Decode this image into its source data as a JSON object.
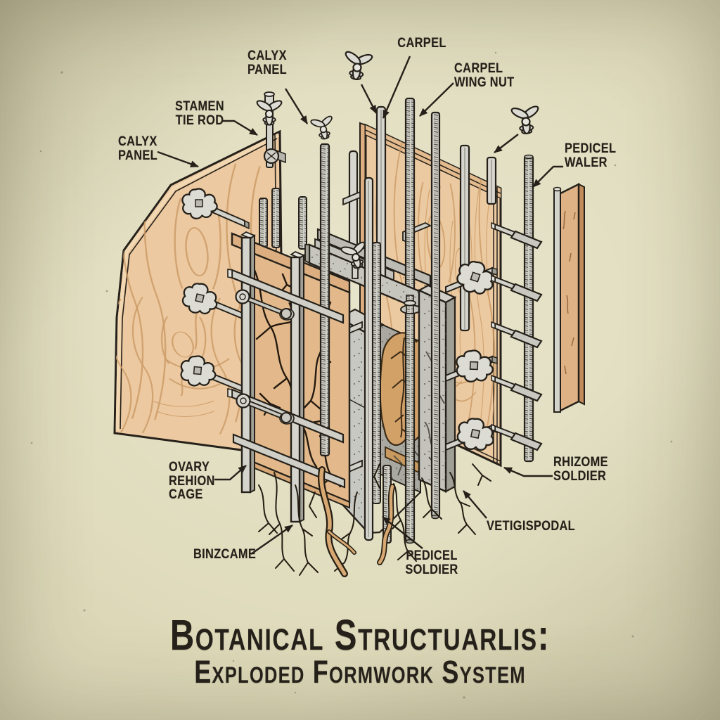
{
  "title": {
    "main": "Botanical Structuarlis:",
    "subtitle": "Exploded Formwork System"
  },
  "labels": {
    "calyx_panel_top": "CALYX\nPANEL",
    "carpel": "CARPEL",
    "carpel_wing_nut": "CARPEL\nWING NUT",
    "stamen_tie_rod": "STAMEN\nTIE ROD",
    "calyx_panel_left": "CALYX\nPANEL",
    "pedicel_waler": "PEDICEL\nWALER",
    "ovary_rehion_cage": "OVARY\nREHION\nCAGE",
    "binzcame": "BINZCAME",
    "pedicel_soldier": "PEDICEL\nSOLDIER",
    "vetigispodal": "VETIGISPODAL",
    "rhizome_soldier": "RHIZOME\nSOLDIER"
  },
  "colors": {
    "background": "#d9d5b4",
    "ink": "#25211a",
    "wood-light": "#ecc9a0",
    "wood-mid": "#dfb285",
    "wood-grain": "#cb9a66",
    "steel": "#d2d2ca",
    "steel-dark": "#9f9f96",
    "concrete": "#c6c6be",
    "concrete-dark": "#a9a9a1",
    "organic": "#d2a168",
    "root": "#241d12"
  }
}
